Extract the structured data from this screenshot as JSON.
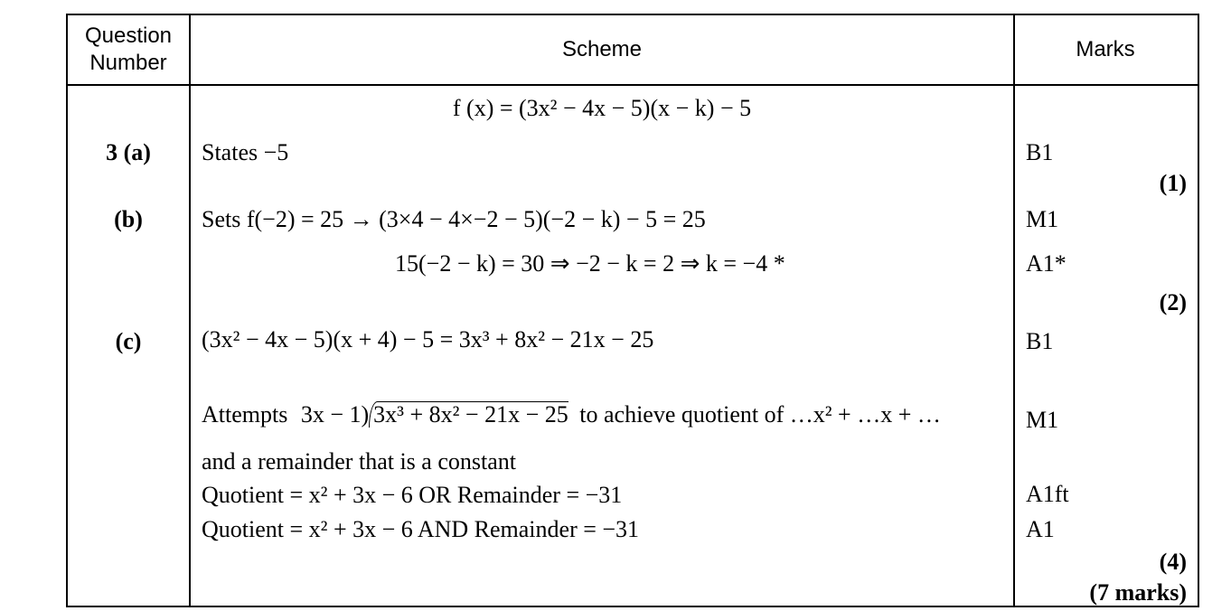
{
  "header": {
    "question_number": "Question\nNumber",
    "scheme": "Scheme",
    "marks": "Marks"
  },
  "rows": {
    "given": "f (x) = (3x² − 4x − 5)(x − k) − 5",
    "a_label": "3 (a)",
    "a_text": "States −5",
    "a_mark": "B1",
    "a_total": "(1)",
    "b_label": "(b)",
    "b_text1": "Sets f(−2) = 25 → (3×4 − 4×−2 − 5)(−2 − k) − 5 = 25",
    "b_mark1": "M1",
    "b_text2": "15(−2 − k) = 30 ⇒ −2 − k = 2 ⇒ k = −4    *",
    "b_mark2": "A1*",
    "b_total": "(2)",
    "c_label": "(c)",
    "c_text1": "(3x² − 4x − 5)(x + 4) − 5 = 3x³ + 8x² − 21x − 25",
    "c_mark1": "B1",
    "c_attempts": "Attempts",
    "c_divisor": "3x − 1)",
    "c_dividend": "3x³ + 8x² − 21x − 25",
    "c_attempts_tail": "to achieve quotient of …x² + …x + …",
    "c_mark2": "M1",
    "c_text3": "and a remainder that is a constant",
    "c_text4": "Quotient = x² + 3x − 6    OR Remainder = −31",
    "c_mark4": "A1ft",
    "c_text5": "Quotient = x² + 3x − 6  AND Remainder = −31",
    "c_mark5": "A1",
    "c_total": "(4)",
    "grand_total": "(7 marks)"
  }
}
